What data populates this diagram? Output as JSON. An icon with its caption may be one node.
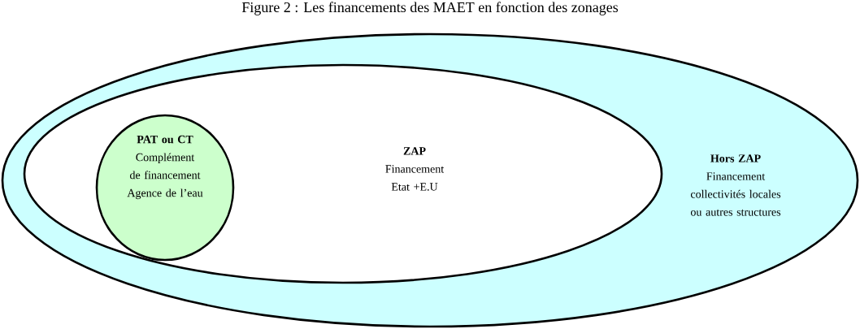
{
  "diagram": {
    "title": "Figure 2 : Les financements des MAET en fonction des zonages",
    "nodes": [
      {
        "text": [
          "Hors ZAP",
          "Financement collectivités locales ou autres structures"
        ]
      },
      {
        "text": [
          "ZAP",
          "Financement Etat +E.U"
        ],
        "in": 0
      },
      {
        "text": [
          "PAT ou CT",
          "Complément de financement Agence de l’eau"
        ],
        "in": 1
      }
    ]
  }
}
